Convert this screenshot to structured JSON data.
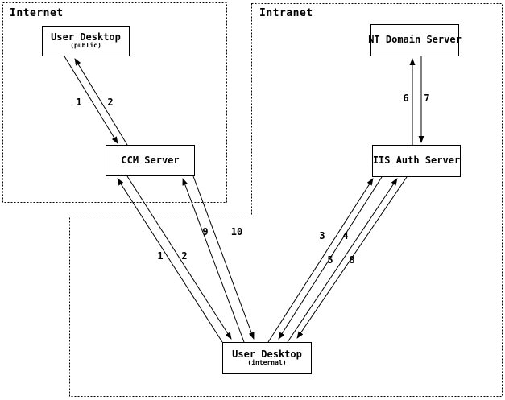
{
  "zones": {
    "internet": {
      "label": "Internet"
    },
    "intranet": {
      "label": "Intranet"
    }
  },
  "nodes": {
    "user_desktop_public": {
      "title": "User Desktop",
      "subtitle": "(public)"
    },
    "ccm_server": {
      "title": "CCM Server"
    },
    "nt_domain_server": {
      "title": "NT Domain Server"
    },
    "iis_auth_server": {
      "title": "IIS Auth Server"
    },
    "user_desktop_internal": {
      "title": "User Desktop",
      "subtitle": "(internal)"
    }
  },
  "connections": [
    {
      "label": "1",
      "from": "user_desktop_public",
      "to": "ccm_server"
    },
    {
      "label": "2",
      "from": "ccm_server",
      "to": "user_desktop_public"
    },
    {
      "label": "1",
      "from": "user_desktop_internal",
      "to": "ccm_server"
    },
    {
      "label": "2",
      "from": "ccm_server",
      "to": "user_desktop_internal"
    },
    {
      "label": "9",
      "from": "user_desktop_internal",
      "to": "ccm_server"
    },
    {
      "label": "10",
      "from": "ccm_server",
      "to": "user_desktop_internal"
    },
    {
      "label": "3",
      "from": "user_desktop_internal",
      "to": "iis_auth_server"
    },
    {
      "label": "4",
      "from": "iis_auth_server",
      "to": "user_desktop_internal"
    },
    {
      "label": "5",
      "from": "user_desktop_internal",
      "to": "iis_auth_server"
    },
    {
      "label": "8",
      "from": "iis_auth_server",
      "to": "user_desktop_internal"
    },
    {
      "label": "6",
      "from": "iis_auth_server",
      "to": "nt_domain_server"
    },
    {
      "label": "7",
      "from": "nt_domain_server",
      "to": "iis_auth_server"
    }
  ],
  "colors": {
    "foreground": "#000000",
    "background": "#ffffff"
  }
}
